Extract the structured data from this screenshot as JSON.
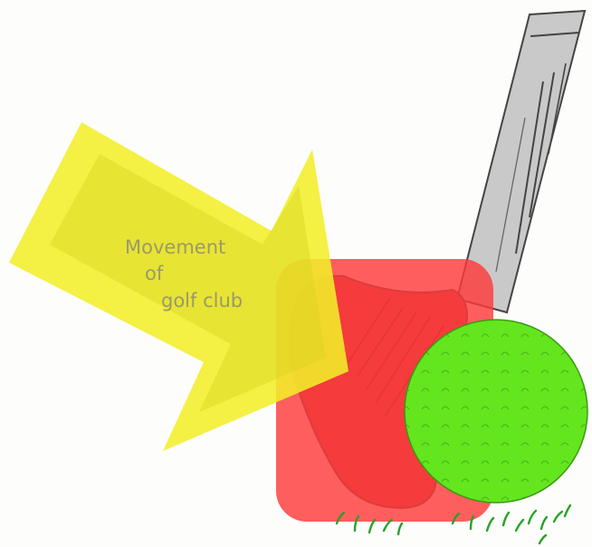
{
  "caption": {
    "line1": "Movement",
    "line2": "of",
    "line3": "golf club"
  },
  "colors": {
    "background": "#fdfdfb",
    "arrow": "#f2ee2a",
    "arrow_shadow": "#d9d520",
    "club_head_overlay": "#ff3b3b",
    "ball_overlay": "#63e61e",
    "shaft": "#c9c9c9",
    "shaft_outline": "#555555",
    "grass": "#2aa02a"
  },
  "icons": {
    "arrow": "right-arrow-icon",
    "club": "golf-club-icon",
    "ball": "golf-ball-icon",
    "grass": "grass-icon"
  }
}
